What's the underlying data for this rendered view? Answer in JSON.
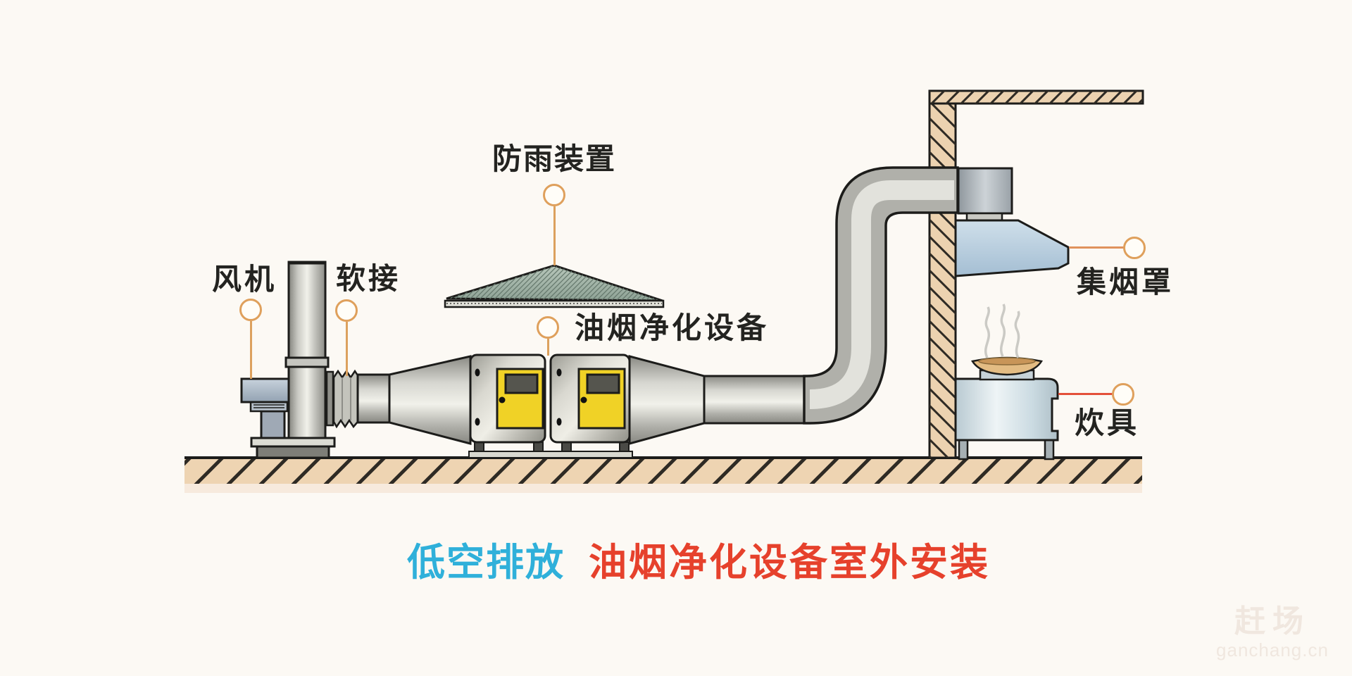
{
  "caption": {
    "part1": "低空排放",
    "part2": "油烟净化设备室外安装",
    "part1_color": "#2fb0da",
    "part2_color": "#e6412c"
  },
  "labels": {
    "fan": "风机",
    "flex_joint": "软接",
    "rain_shield": "防雨装置",
    "purifier": "油烟净化设备",
    "smoke_hood": "集烟罩",
    "cookware": "炊具"
  },
  "callout_style": {
    "circle_color": "#dfa05c",
    "line_color": "#dca15e",
    "hood_line_color": "#e0925c",
    "cookware_line_color": "#e4503a"
  },
  "equipment_colors": {
    "duct_gray": "#b5b5af",
    "purifier_door_yellow": "#f0d226",
    "canopy_green": "#9db1a5",
    "hood_blue": "#b9cede",
    "masonry_tan": "#ecd2b0"
  },
  "watermark": {
    "line1": "赶场",
    "line2": "ganchang.cn"
  }
}
